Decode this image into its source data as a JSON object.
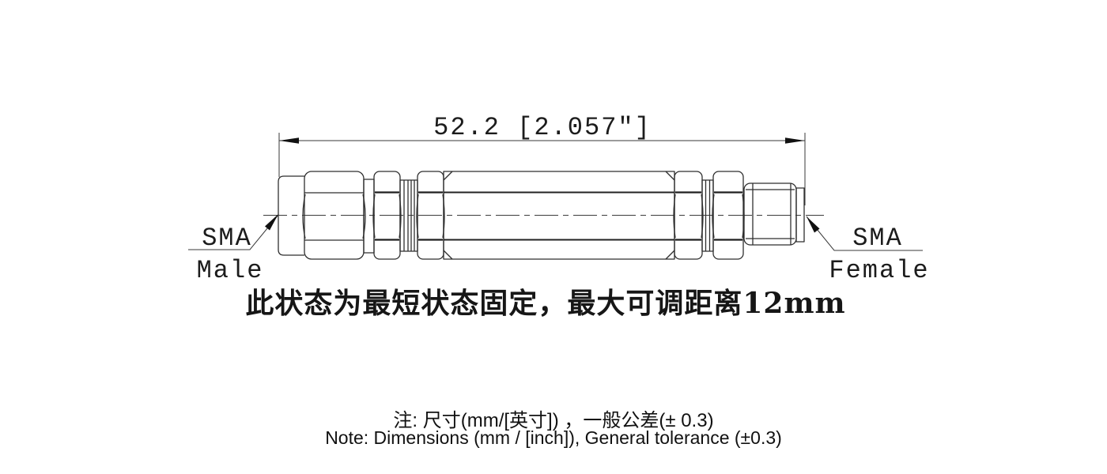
{
  "drawing": {
    "dimension_label": "52.2 [2.057″]",
    "left_connector": {
      "line1": "SMA",
      "line2": "Male"
    },
    "right_connector": {
      "line1": "SMA",
      "line2": "Female"
    },
    "annotation_cn": "此状态为最短状态固定，最大可调距离12mm"
  },
  "notes": {
    "line1_cn": "注: 尺寸(mm/[英寸]) ，一般公差(± 0.3)",
    "line2_en": "Note: Dimensions (mm / [inch]), General tolerance (±0.3)"
  },
  "colors": {
    "background": "#ffffff",
    "line": "#2f2f2f",
    "text": "#1c1c1c"
  }
}
